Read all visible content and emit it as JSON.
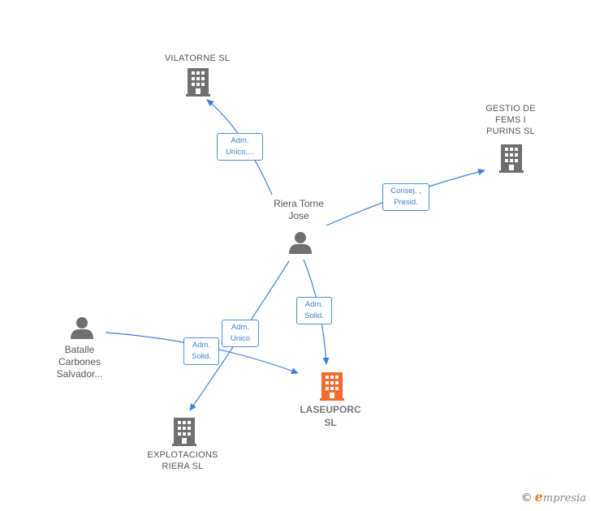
{
  "nodes": {
    "vilatorne": {
      "lines": [
        "VILATORNE SL"
      ]
    },
    "gestio": {
      "lines": [
        "GESTIO DE",
        "FEMS I",
        "PURINS SL"
      ]
    },
    "riera_torne": {
      "lines": [
        "Riera Torne",
        "Jose"
      ]
    },
    "batalle": {
      "lines": [
        "Batalle",
        "Carbones",
        "Salvador..."
      ]
    },
    "laseuporc": {
      "lines": [
        "LASEUPORC",
        "SL"
      ]
    },
    "explotacions": {
      "lines": [
        "EXPLOTACIONS",
        "RIERA SL"
      ]
    }
  },
  "edges": {
    "riera_vilatorne": [
      "Adm.",
      "Unico,..."
    ],
    "riera_gestio": [
      "Consej. ,",
      "Presid."
    ],
    "riera_laseuporc": [
      "Adm.",
      "Solid."
    ],
    "riera_explotacions": [
      "Adm.",
      "Unico"
    ],
    "batalle_laseuporc": [
      "Adm.",
      "Solid."
    ]
  },
  "colors": {
    "edge": "#3d7fd6",
    "building_gray": "#6f6f6f",
    "building_focus": "#f26a2e",
    "person": "#6f6f6f"
  },
  "icons": {
    "company": "building-icon",
    "person": "person-icon"
  },
  "brand": {
    "copyright": "©",
    "name": "mpresia",
    "initial": "e"
  }
}
